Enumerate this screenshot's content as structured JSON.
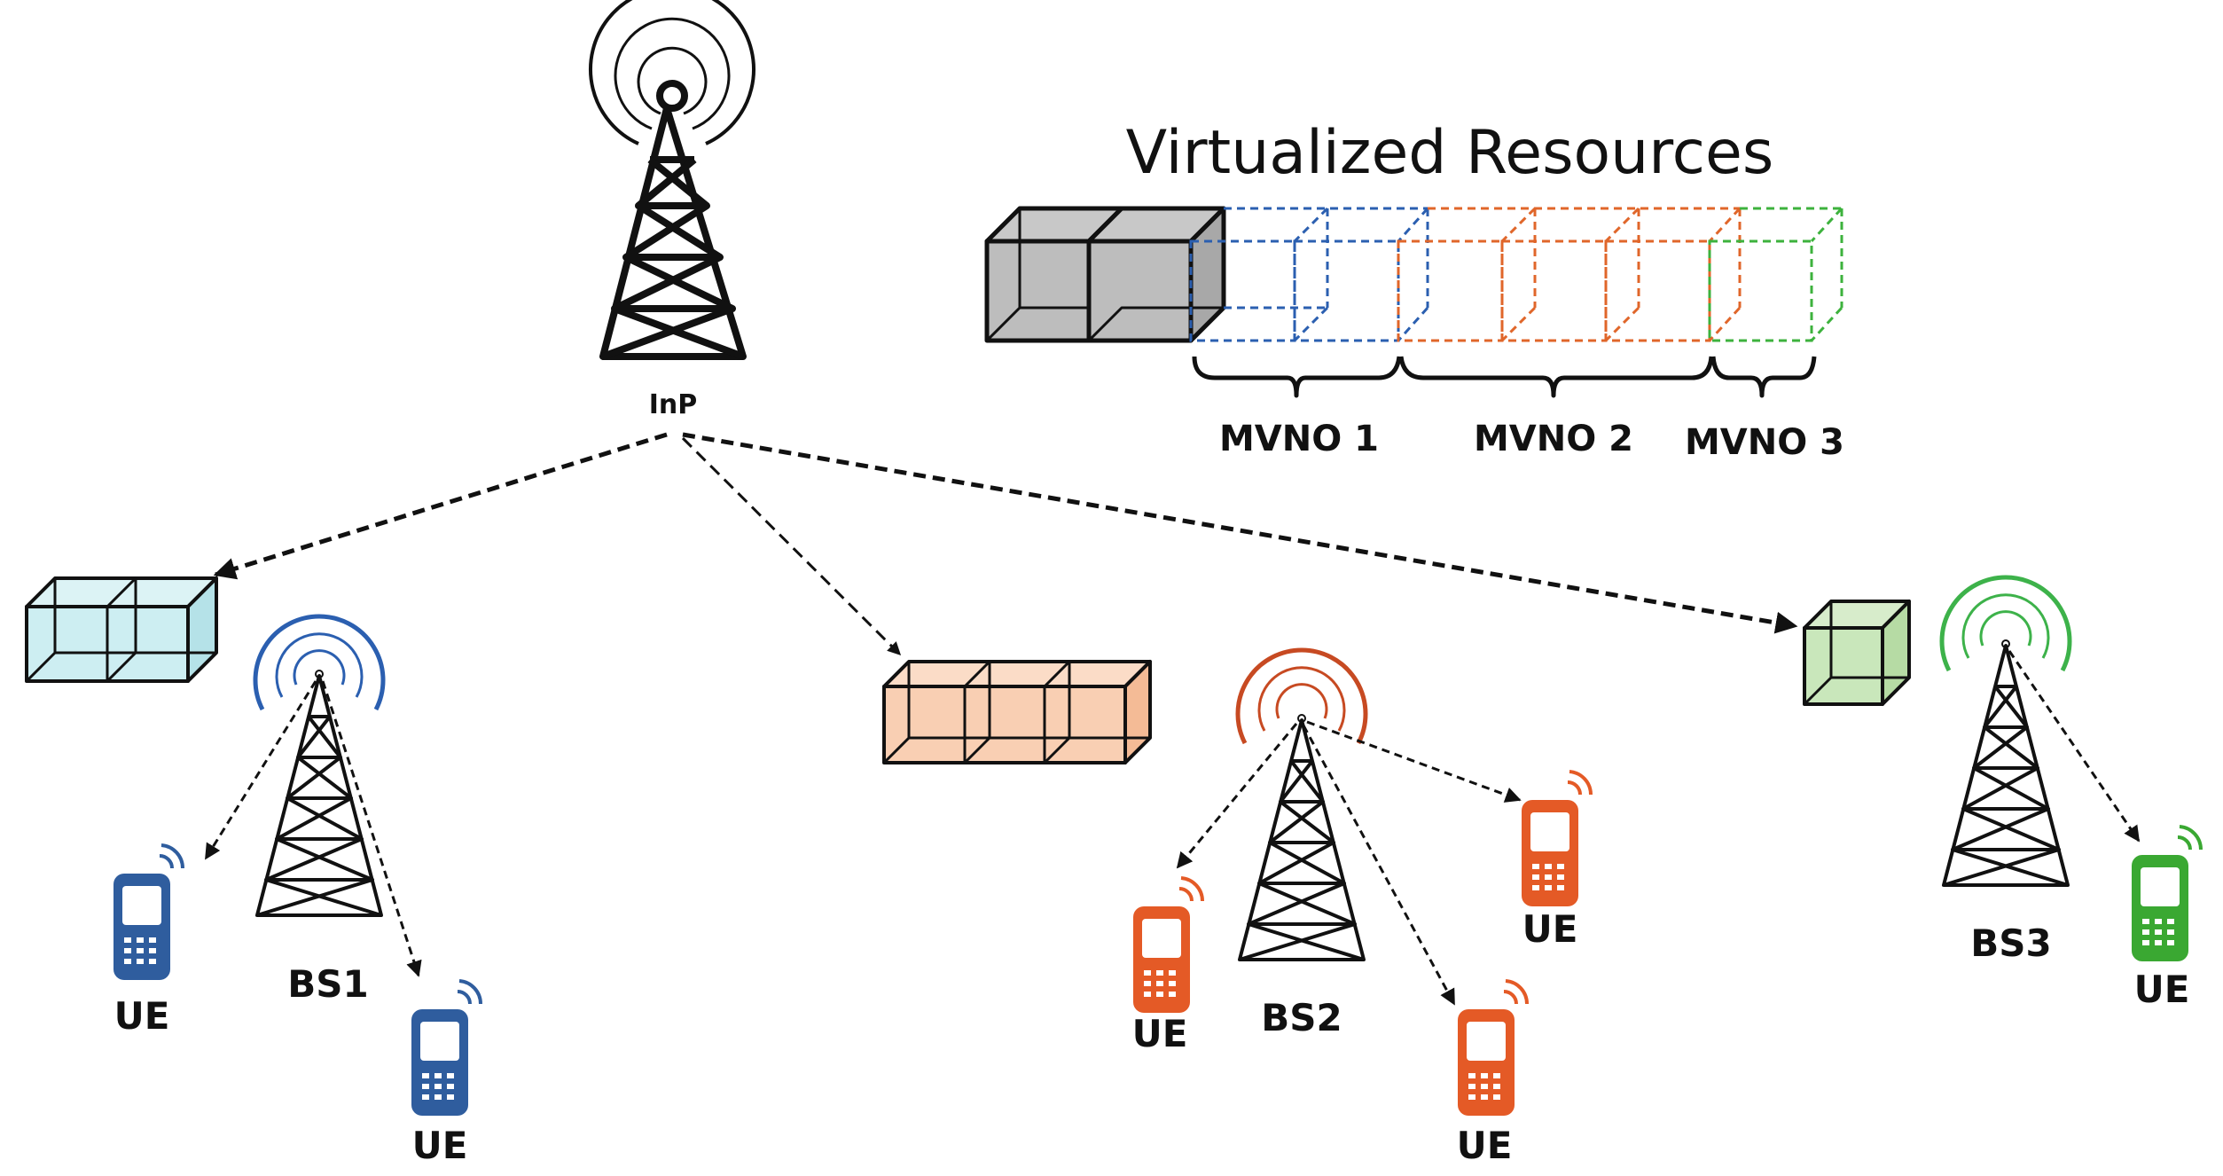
{
  "title": "Virtualized Resources",
  "inp_label": "InP",
  "mvno_labels": [
    "MVNO 1",
    "MVNO 2",
    "MVNO 3"
  ],
  "bs_labels": [
    "BS1",
    "BS2",
    "BS3"
  ],
  "ue_label": "UE",
  "colors": {
    "mvno1": "#2b5fb0",
    "mvno2": "#e0662a",
    "mvno3": "#3db23d",
    "grey_cube": "#bdbdbd",
    "cube1_fill": "#cdeef2",
    "cube2_fill": "#f9cfb3",
    "cube3_fill": "#c9e7bb",
    "ue1": "#2f5d9e",
    "ue2": "#e45a26",
    "ue3": "#3aa832",
    "bs1_wave": "#2b5fb0",
    "bs2_wave": "#c74a22",
    "bs3_wave": "#3db24a"
  },
  "icons": [
    "tower-icon",
    "signal-wave-icon",
    "cube-icon",
    "phone-icon",
    "dashed-arrow"
  ]
}
